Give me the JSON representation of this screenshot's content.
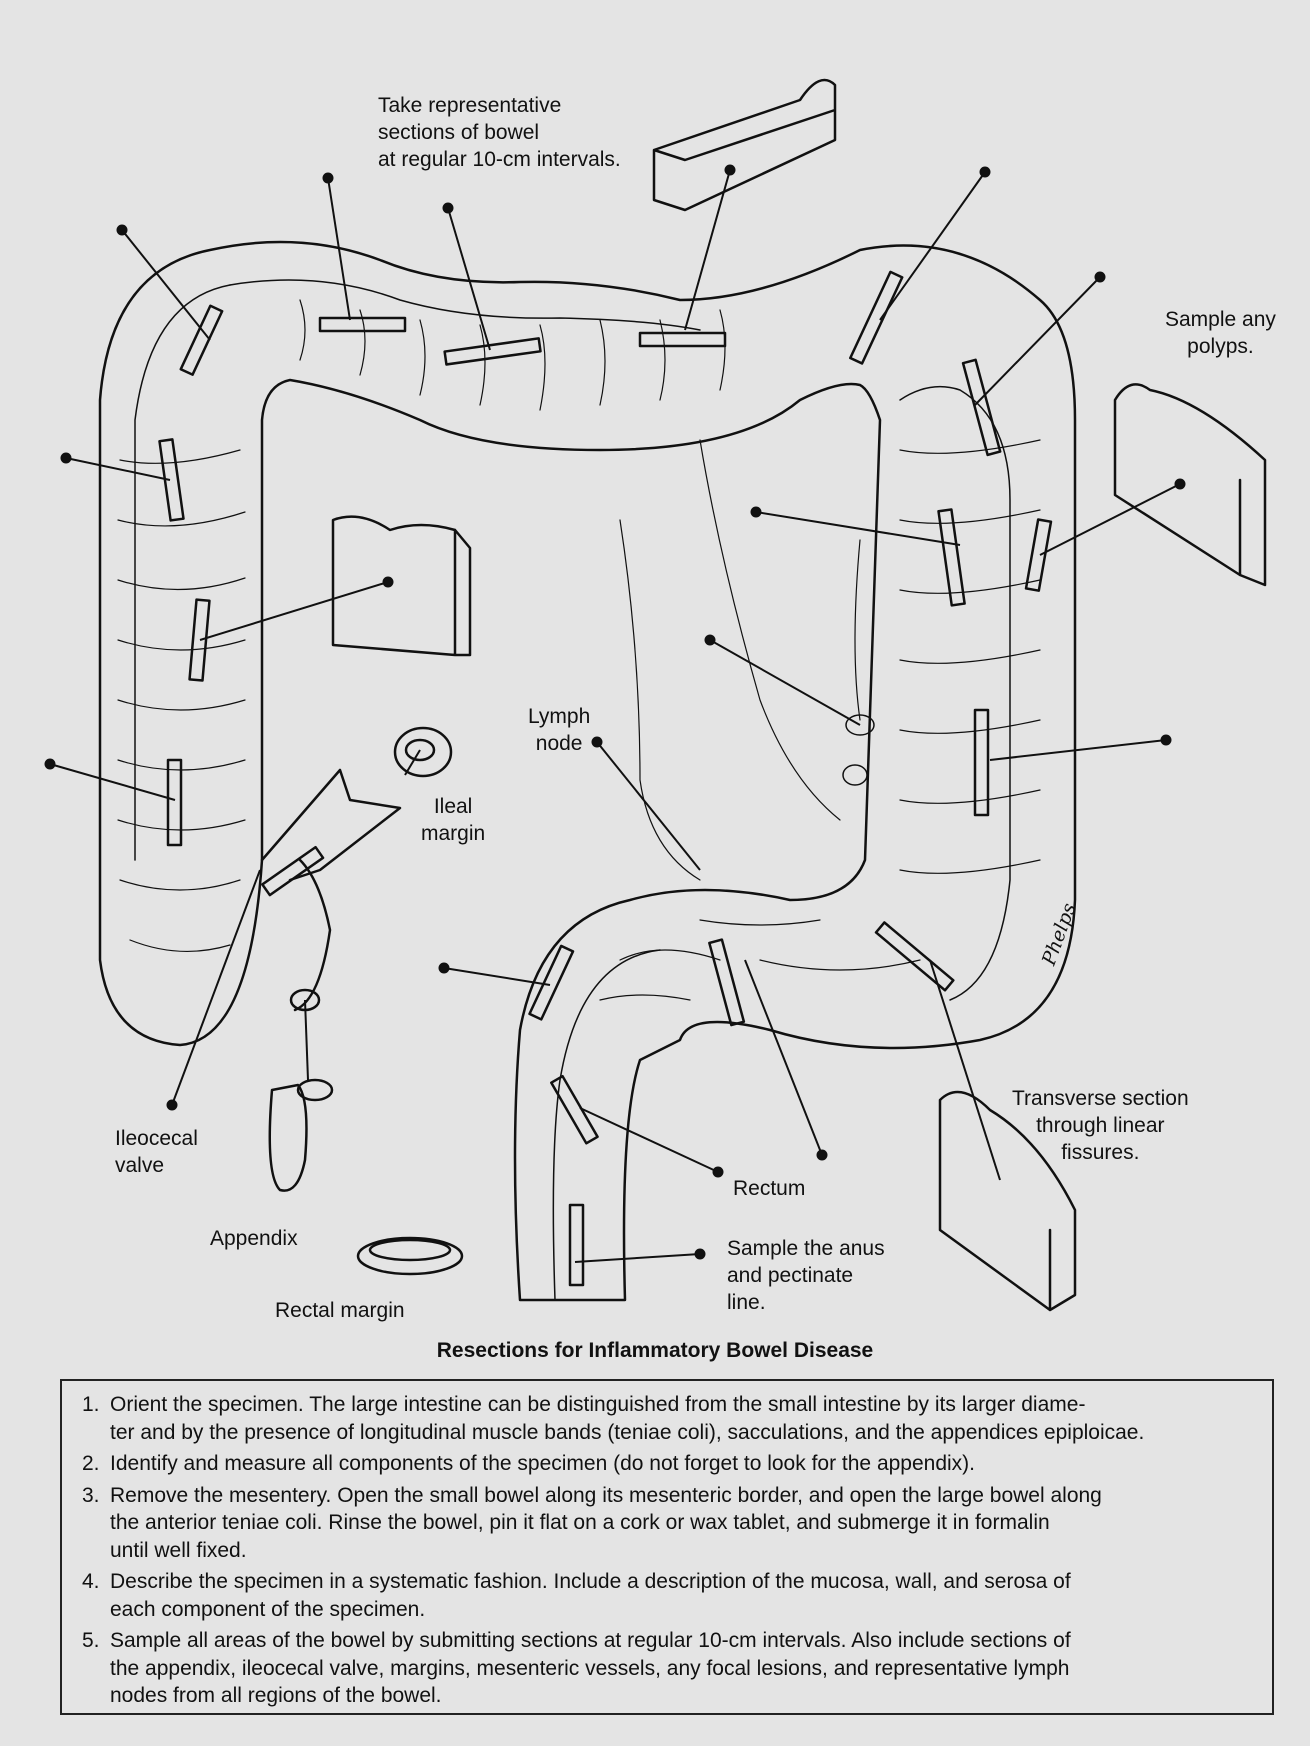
{
  "labels": {
    "take_sections": [
      "Take representative",
      "sections of bowel",
      "at regular 10-cm intervals."
    ],
    "sample_polyps": [
      "Sample any",
      "polyps."
    ],
    "lymph_node": [
      "Lymph",
      "node"
    ],
    "ileal_margin": [
      "Ileal",
      "margin"
    ],
    "ileocecal_valve": [
      "Ileocecal",
      "valve"
    ],
    "appendix": "Appendix",
    "rectal_margin": "Rectal margin",
    "rectum": "Rectum",
    "sample_anus": [
      "Sample the anus",
      "and pectinate",
      "line."
    ],
    "transverse_section": [
      "Transverse section",
      "through linear",
      "fissures."
    ],
    "signature": "Phelps"
  },
  "caption": "Resections for Inflammatory Bowel Disease",
  "steps": [
    {
      "num": "1.",
      "lines": [
        "Orient the specimen. The large intestine can be distinguished from the small intestine by its larger diame-",
        "ter and by the presence of longitudinal muscle bands (teniae coli), sacculations, and the appendices epiploicae."
      ]
    },
    {
      "num": "2.",
      "lines": [
        "Identify and measure all components of the specimen (do not forget to look for the appendix)."
      ]
    },
    {
      "num": "3.",
      "lines": [
        "Remove the mesentery. Open the small bowel along its mesenteric border, and open the large bowel along",
        "the anterior teniae coli. Rinse the bowel, pin it flat on a cork or wax tablet, and submerge it in formalin",
        "until well fixed."
      ]
    },
    {
      "num": "4.",
      "lines": [
        "Describe the specimen in a systematic fashion. Include a description of the mucosa, wall, and serosa of",
        "each component of the specimen."
      ]
    },
    {
      "num": "5.",
      "lines": [
        "Sample all areas of the bowel by submitting sections at regular 10-cm intervals. Also include sections of",
        "the appendix, ileocecal valve, margins, mesenteric vessels, any focal lesions, and representative lymph",
        "nodes from all  regions of the bowel."
      ]
    }
  ]
}
